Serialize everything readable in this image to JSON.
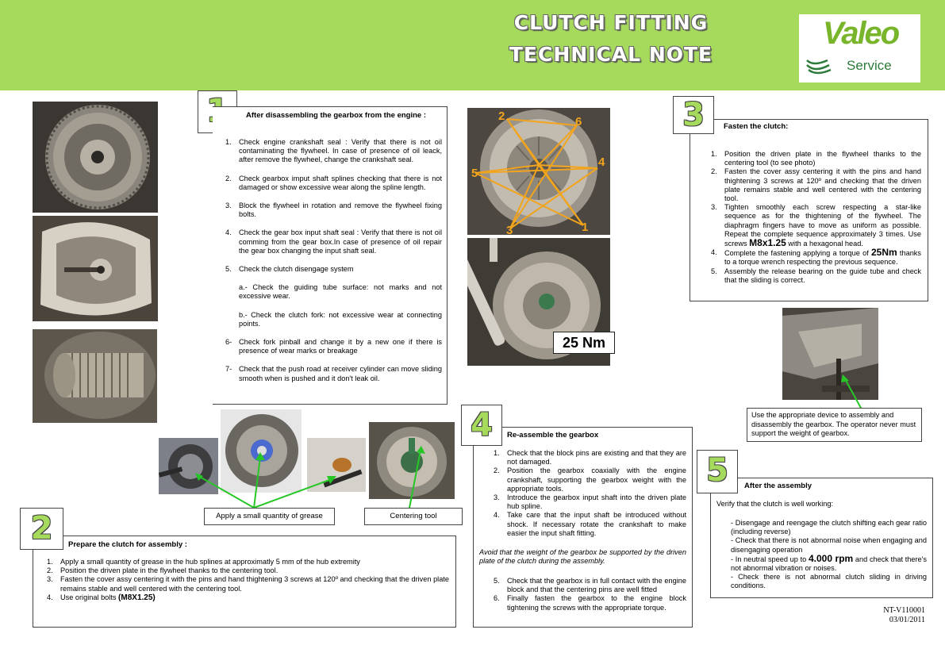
{
  "header": {
    "title_line1": "CLUTCH FITTING",
    "title_line2": "TECHNICAL NOTE",
    "logo_word": "Valeo",
    "logo_sub": "Service"
  },
  "section1": {
    "number": "1",
    "heading": "After disassembling the gearbox from the engine :",
    "steps": [
      {
        "n": "1.",
        "text": "Check engine crankshaft seal : Verify that there is not oil contaminating  the flywheel. In case of presence of oil leack, after remove the flywheel, change the crankshaft seal."
      },
      {
        "n": "2.",
        "text": "Check gearbox imput shaft splines checking that there is not damaged or show excessive wear  along the spline length."
      },
      {
        "n": "3.",
        "text": "Block the flywheel in rotation and remove the flywheel fixing bolts."
      },
      {
        "n": "4.",
        "text": "Check the gear box input shaft seal : Verify that there is not oil comming from the gear box.In case of presence of oil repair the gear box changing the input shaft seal."
      },
      {
        "n": "5.",
        "text": "Check the clutch disengage system"
      },
      {
        "n": "",
        "text": "a.- Check the guiding tube surface: not marks and not excessive wear."
      },
      {
        "n": "",
        "text": "b.- Check the clutch fork: not excessive wear at connecting points."
      },
      {
        "n": "6-",
        "text": "Check fork pinball and change it by a new one if there is presence of wear marks or breakage"
      },
      {
        "n": "7-",
        "text": "Check that the push road at receiver cylinder can move sliding smooth when is pushed and it don't leak oil."
      }
    ]
  },
  "section2": {
    "number": "2",
    "heading": "Prepare the clutch for assembly :",
    "steps": [
      {
        "n": "1.",
        "text": "Apply a small quantity of grease in the hub splines at approximatly 5 mm of the hub extremity"
      },
      {
        "n": "2.",
        "text": "Position the driven plate in the flywheel thanks to the centering tool."
      },
      {
        "n": "3.",
        "text": "Fasten the cover assy centering it with the pins and hand thightening 3 screws at 120º and checking that the driven plate remains stable and well centered with the centering tool."
      },
      {
        "n": "4.",
        "text": "Use original bolts",
        "bold": "(M8X1.25)"
      }
    ]
  },
  "section3": {
    "number": "3",
    "heading": "Fasten the clutch:",
    "steps": [
      {
        "n": "1.",
        "text": "Position the driven plate in the flywheel thanks to the centering tool (to see photo)"
      },
      {
        "n": "2.",
        "text": "Fasten the cover assy centering it with the pins and hand thightening 3 screws at 120º and checking that the driven plate remains stable and well centered with the centering tool."
      },
      {
        "n": "3.",
        "text": "Tighten smoothly each screw respecting a star-like sequence as for the thightening of the flywheel. The diaphragm fingers have to move as uniform as possible. Repeat the complete sequence approximately 3 times. Use screws",
        "bold": "M8x1.25",
        "after": "with a hexagonal head."
      },
      {
        "n": "4.",
        "text": "Complete the fastening applying a torque of",
        "bold": "25Nm",
        "after": "thanks to a torque wrench respecting the previous sequence."
      },
      {
        "n": "5.",
        "text": "Assembly the release bearing on the guide tube and check that the sliding is correct."
      }
    ]
  },
  "section4": {
    "number": "4",
    "heading": "Re-assemble the gearbox",
    "steps_a": [
      {
        "n": "1.",
        "text": "Check that the block pins are existing and that they are not damaged."
      },
      {
        "n": "2.",
        "text": "Position the gearbox coaxially with the engine crankshaft, supporting the gearbox weight with the appropriate tools."
      },
      {
        "n": "3.",
        "text": "Introduce the gearbox input shaft into the driven plate hub spline."
      },
      {
        "n": "4.",
        "text": "Take care that the input shaft be introduced without shock. If necessary rotate the crankshaft to make easier the input shaft fitting."
      }
    ],
    "note": "Avoid that the weight of the gearbox be supported by the driven plate of the clutch during the assembly.",
    "steps_b": [
      {
        "n": "5.",
        "text": "Check that the gearbox is in full contact with the engine block and that the centering pins are well fitted"
      },
      {
        "n": "6.",
        "text": "Finally fasten the gearbox to the engine block tightening the screws with the appropriate torque."
      }
    ]
  },
  "section5": {
    "number": "5",
    "heading": "After the assembly",
    "intro": "Verify that the clutch is well working:",
    "lines": [
      {
        "text": "- Disengage and reengage the clutch shifting each gear ratio (including reverse)"
      },
      {
        "text": "- Check that there is not abnormal noise when engaging and disengaging operation"
      },
      {
        "text": "- In neutral speed up to",
        "bold": "4.000 rpm",
        "after": "and check that there's not abnormal vibration or noises."
      },
      {
        "text": "- Check there is not abnormal clutch sliding in driving conditions."
      }
    ]
  },
  "captions": {
    "grease": "Apply a small quantity of grease",
    "centering": "Centering tool",
    "device": "Use the appropriate device to assembly and disassembly the gearbox. The operator never must support the weight of gearbox.",
    "torque": "25 Nm"
  },
  "sequence_labels": [
    "2",
    "6",
    "5",
    "4",
    "3",
    "1"
  ],
  "reference": {
    "code": "NT-V110001",
    "date": "03/01/2011"
  }
}
